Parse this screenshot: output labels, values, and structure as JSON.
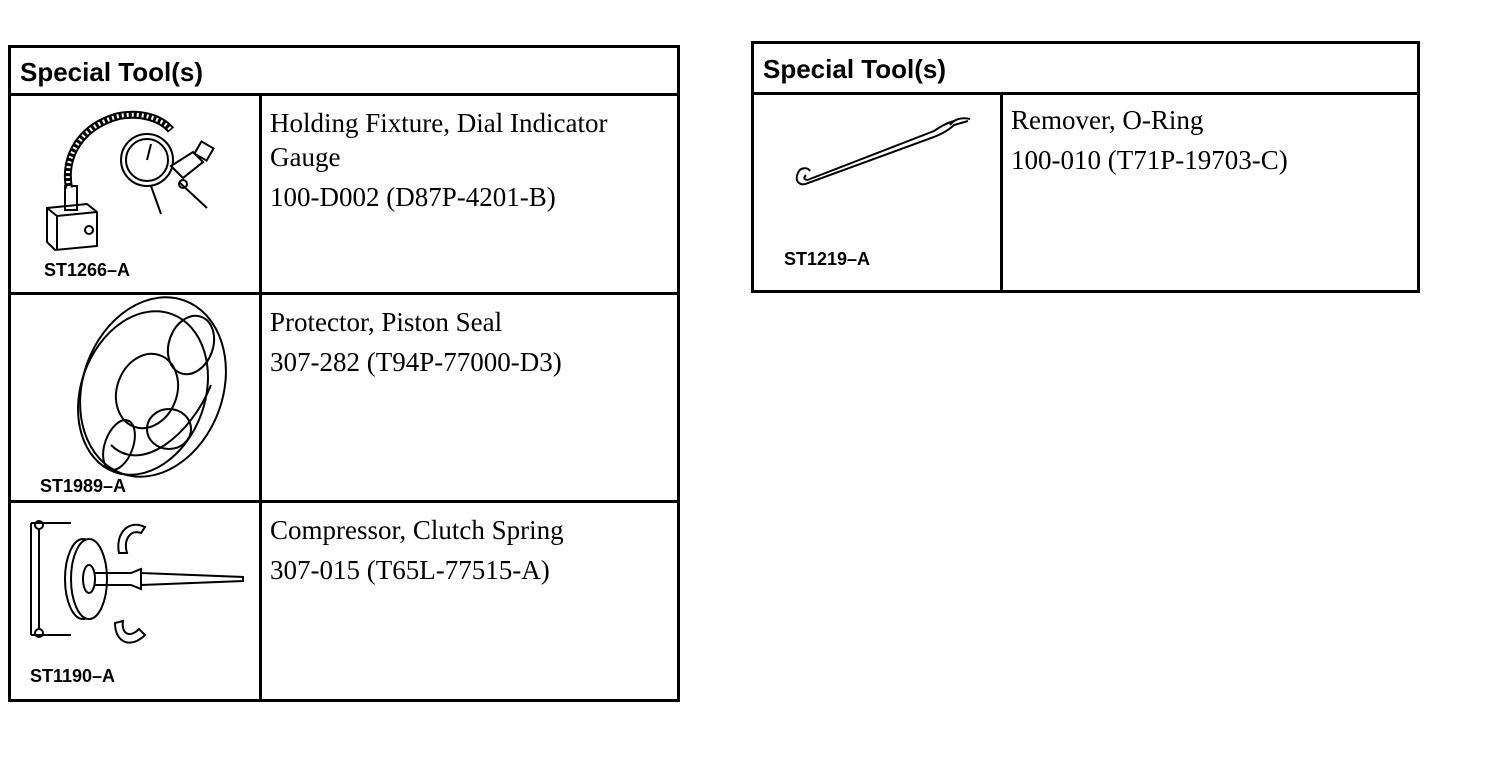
{
  "tables": [
    {
      "header": "Special Tool(s)",
      "rows": [
        {
          "image": "dial-indicator-holding-fixture-drawing",
          "caption": "ST1266–A",
          "name": "Holding Fixture, Dial Indicator Gauge",
          "code": "100-D002 (D87P-4201-B)"
        },
        {
          "image": "piston-seal-protector-drawing",
          "caption": "ST1989–A",
          "name": "Protector, Piston Seal",
          "code": "307-282 (T94P-77000-D3)"
        },
        {
          "image": "clutch-spring-compressor-drawing",
          "caption": "ST1190–A",
          "name": "Compressor, Clutch Spring",
          "code": "307-015 (T65L-77515-A)"
        }
      ]
    },
    {
      "header": "Special Tool(s)",
      "rows": [
        {
          "image": "o-ring-remover-drawing",
          "caption": "ST1219–A",
          "name": "Remover, O-Ring",
          "code": "100-010 (T71P-19703-C)"
        }
      ]
    }
  ]
}
